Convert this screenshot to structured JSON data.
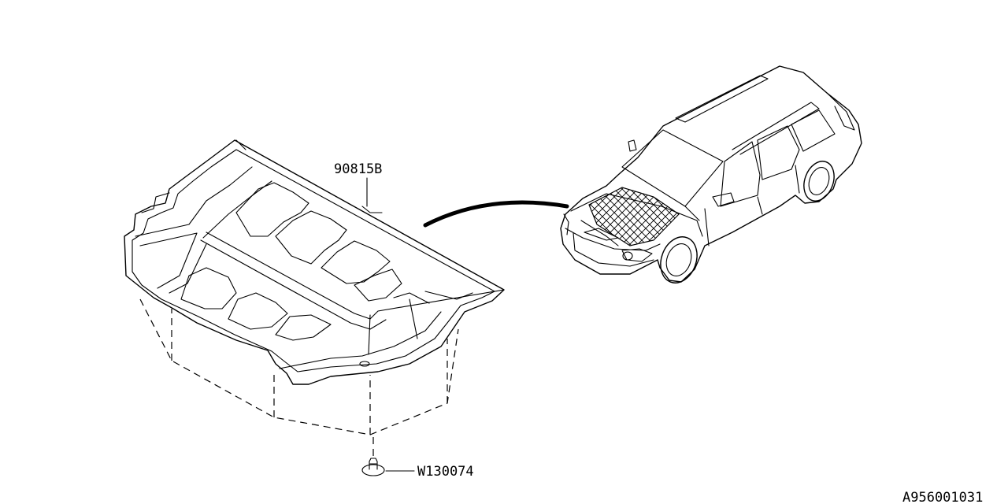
{
  "callouts": {
    "hood_insulator_part": "90815B",
    "clip_part": "W130074"
  },
  "figure_id": "A956001031",
  "colors": {
    "line": "#000000",
    "background": "#ffffff"
  },
  "icons": [
    "hood-insulator-icon",
    "clip-icon",
    "car-icon",
    "hood-hatch-icon"
  ]
}
